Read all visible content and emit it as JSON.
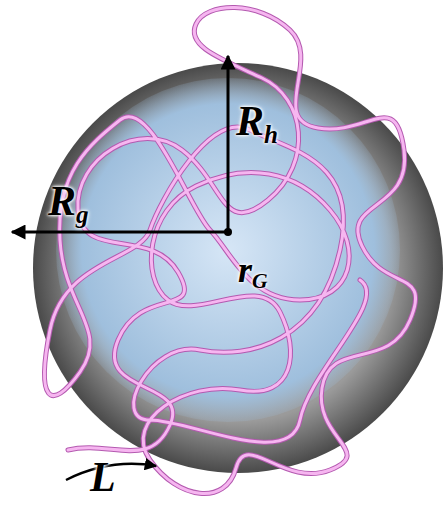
{
  "diagram": {
    "labels": [
      "Rg",
      "Rh",
      "rG",
      "L"
    ]
  }
}
